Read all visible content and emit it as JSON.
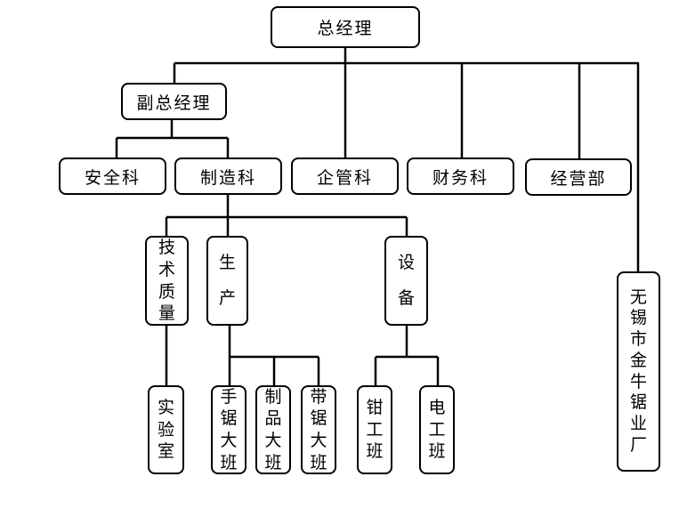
{
  "diagram": {
    "type": "org-chart",
    "nodes": {
      "gm": "总经理",
      "deputy_gm": "副总经理",
      "safety": "安全科",
      "manufacturing": "制造科",
      "enterprise_mgmt": "企管科",
      "finance": "财务科",
      "operations": "经营部",
      "tech_quality": "技术质量",
      "production": "生产",
      "equipment": "设备",
      "lab": "实验室",
      "hand_saw_team": "手锯大班",
      "products_team": "制品大班",
      "band_saw_team": "带锯大班",
      "fitter_team": "钳工班",
      "electrician_team": "电工班",
      "factory": "无锡市金牛锯业厂"
    },
    "edges": [
      [
        "总经理",
        "副总经理"
      ],
      [
        "总经理",
        "企管科"
      ],
      [
        "总经理",
        "财务科"
      ],
      [
        "总经理",
        "经营部"
      ],
      [
        "总经理",
        "无锡市金牛锯业厂"
      ],
      [
        "副总经理",
        "安全科"
      ],
      [
        "副总经理",
        "制造科"
      ],
      [
        "制造科",
        "技术质量"
      ],
      [
        "制造科",
        "生产"
      ],
      [
        "制造科",
        "设备"
      ],
      [
        "技术质量",
        "实验室"
      ],
      [
        "生产",
        "手锯大班"
      ],
      [
        "生产",
        "制品大班"
      ],
      [
        "生产",
        "带锯大班"
      ],
      [
        "设备",
        "钳工班"
      ],
      [
        "设备",
        "电工班"
      ]
    ]
  }
}
